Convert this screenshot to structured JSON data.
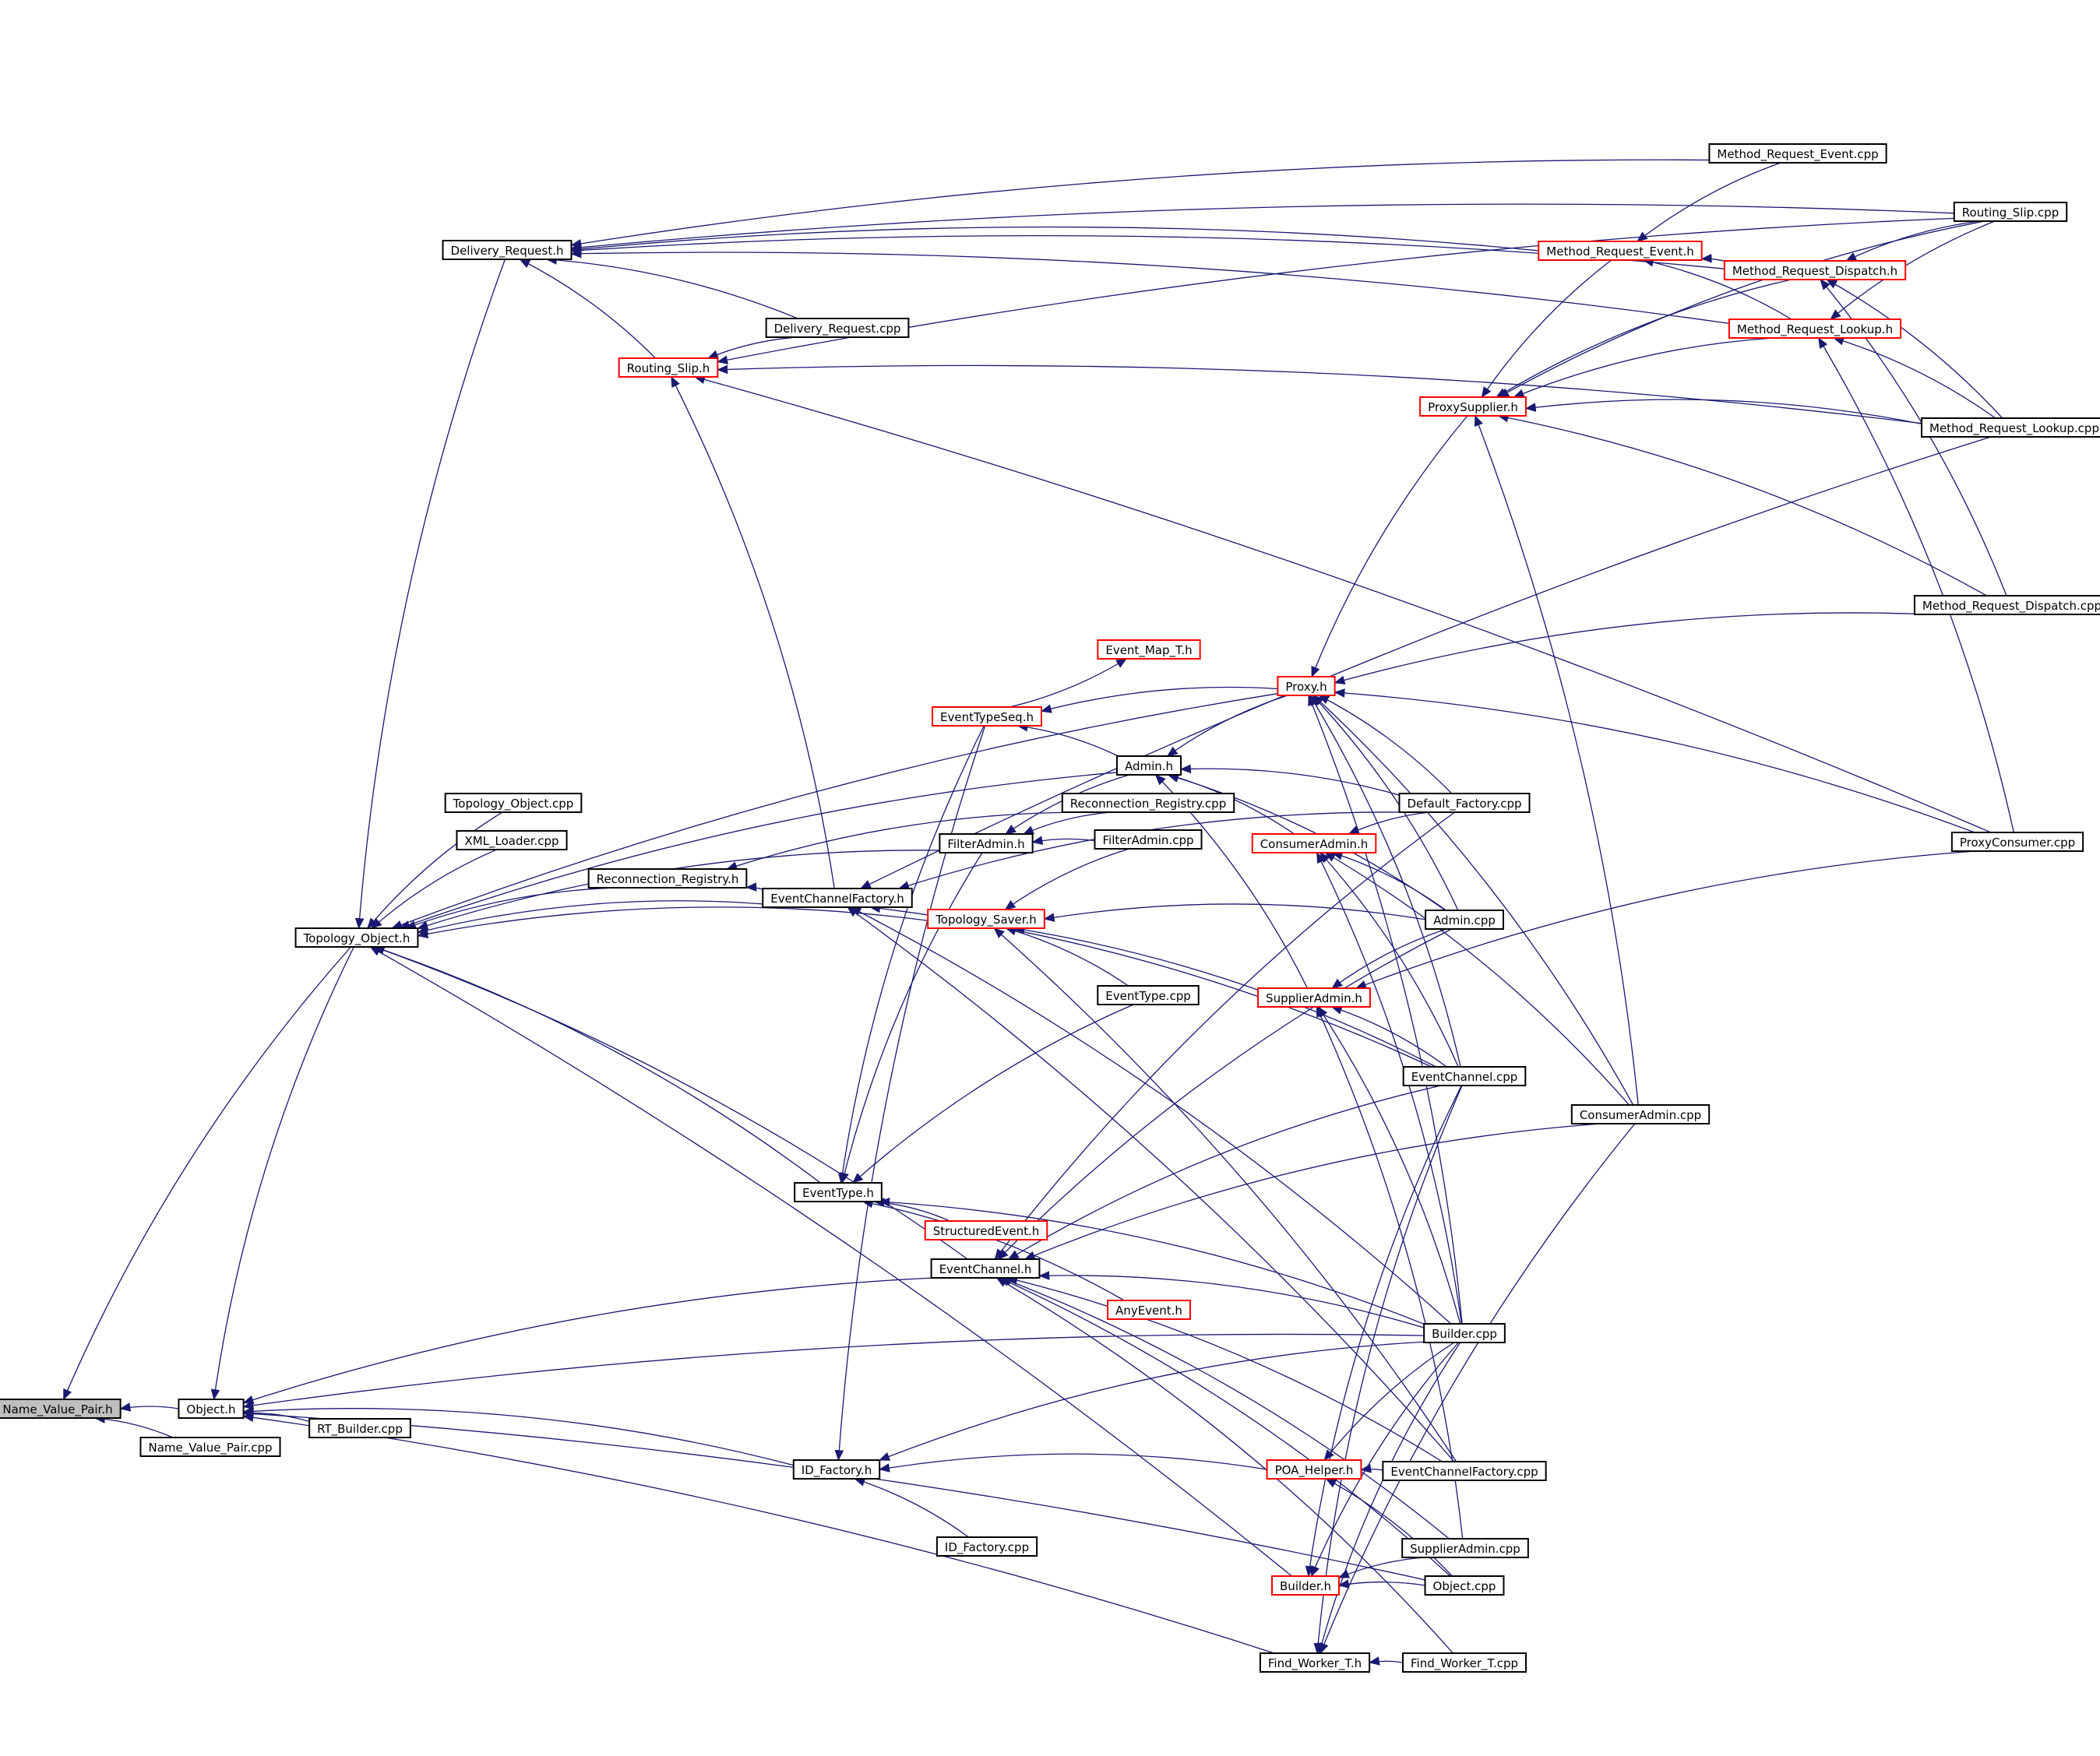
{
  "colors": {
    "edge": "#191970",
    "arrowhead": "#191970",
    "node_border_default": "#000000",
    "node_border_truncated": "#ff0000",
    "node_fill_root": "#bfbfbf",
    "node_fill": "#ffffff",
    "background": "#ffffff"
  },
  "nodes": [
    {
      "id": "name_value_pair_h",
      "label": "Name_Value_Pair.h",
      "style": "root"
    },
    {
      "id": "object_h",
      "label": "Object.h",
      "style": "normal"
    },
    {
      "id": "name_value_pair_cpp",
      "label": "Name_Value_Pair.cpp",
      "style": "normal"
    },
    {
      "id": "rt_builder_cpp",
      "label": "RT_Builder.cpp",
      "style": "normal"
    },
    {
      "id": "topology_object_h",
      "label": "Topology_Object.h",
      "style": "normal"
    },
    {
      "id": "delivery_request_h",
      "label": "Delivery_Request.h",
      "style": "normal"
    },
    {
      "id": "topology_object_cpp",
      "label": "Topology_Object.cpp",
      "style": "normal"
    },
    {
      "id": "xml_loader_cpp",
      "label": "XML_Loader.cpp",
      "style": "normal"
    },
    {
      "id": "reconnection_registry_h",
      "label": "Reconnection_Registry.h",
      "style": "normal"
    },
    {
      "id": "eventchannelfactory_h",
      "label": "EventChannelFactory.h",
      "style": "normal"
    },
    {
      "id": "delivery_request_cpp",
      "label": "Delivery_Request.cpp",
      "style": "normal"
    },
    {
      "id": "routing_slip_h",
      "label": "Routing_Slip.h",
      "style": "truncated"
    },
    {
      "id": "eventtype_h",
      "label": "EventType.h",
      "style": "normal"
    },
    {
      "id": "eventchannel_h",
      "label": "EventChannel.h",
      "style": "normal"
    },
    {
      "id": "id_factory_h",
      "label": "ID_Factory.h",
      "style": "normal"
    },
    {
      "id": "id_factory_cpp",
      "label": "ID_Factory.cpp",
      "style": "normal"
    },
    {
      "id": "structuredevent_h",
      "label": "StructuredEvent.h",
      "style": "truncated"
    },
    {
      "id": "anyevent_h",
      "label": "AnyEvent.h",
      "style": "truncated"
    },
    {
      "id": "event_map_t_h",
      "label": "Event_Map_T.h",
      "style": "truncated"
    },
    {
      "id": "eventtypeseq_h",
      "label": "EventTypeSeq.h",
      "style": "truncated"
    },
    {
      "id": "filteradmin_h",
      "label": "FilterAdmin.h",
      "style": "normal"
    },
    {
      "id": "topology_saver_h",
      "label": "Topology_Saver.h",
      "style": "truncated"
    },
    {
      "id": "admin_h",
      "label": "Admin.h",
      "style": "normal"
    },
    {
      "id": "reconnection_registry_cpp",
      "label": "Reconnection_Registry.cpp",
      "style": "normal"
    },
    {
      "id": "filteradmin_cpp",
      "label": "FilterAdmin.cpp",
      "style": "normal"
    },
    {
      "id": "eventtype_cpp",
      "label": "EventType.cpp",
      "style": "normal"
    },
    {
      "id": "proxy_h",
      "label": "Proxy.h",
      "style": "truncated"
    },
    {
      "id": "consumeradmin_h",
      "label": "ConsumerAdmin.h",
      "style": "truncated"
    },
    {
      "id": "supplieradmin_h",
      "label": "SupplierAdmin.h",
      "style": "truncated"
    },
    {
      "id": "poa_helper_h",
      "label": "POA_Helper.h",
      "style": "truncated"
    },
    {
      "id": "builder_h",
      "label": "Builder.h",
      "style": "truncated"
    },
    {
      "id": "find_worker_t_h",
      "label": "Find_Worker_T.h",
      "style": "normal"
    },
    {
      "id": "default_factory_cpp",
      "label": "Default_Factory.cpp",
      "style": "normal"
    },
    {
      "id": "admin_cpp",
      "label": "Admin.cpp",
      "style": "normal"
    },
    {
      "id": "eventchannel_cpp",
      "label": "EventChannel.cpp",
      "style": "normal"
    },
    {
      "id": "builder_cpp",
      "label": "Builder.cpp",
      "style": "normal"
    },
    {
      "id": "eventchannelfactory_cpp",
      "label": "EventChannelFactory.cpp",
      "style": "normal"
    },
    {
      "id": "supplieradmin_cpp",
      "label": "SupplierAdmin.cpp",
      "style": "normal"
    },
    {
      "id": "object_cpp",
      "label": "Object.cpp",
      "style": "normal"
    },
    {
      "id": "find_worker_t_cpp",
      "label": "Find_Worker_T.cpp",
      "style": "normal"
    },
    {
      "id": "proxysupplier_h",
      "label": "ProxySupplier.h",
      "style": "truncated"
    },
    {
      "id": "method_request_event_h",
      "label": "Method_Request_Event.h",
      "style": "truncated"
    },
    {
      "id": "method_request_event_cpp",
      "label": "Method_Request_Event.cpp",
      "style": "normal"
    },
    {
      "id": "method_request_dispatch_h",
      "label": "Method_Request_Dispatch.h",
      "style": "truncated"
    },
    {
      "id": "method_request_lookup_h",
      "label": "Method_Request_Lookup.h",
      "style": "truncated"
    },
    {
      "id": "consumeradmin_cpp",
      "label": "ConsumerAdmin.cpp",
      "style": "normal"
    },
    {
      "id": "routing_slip_cpp",
      "label": "Routing_Slip.cpp",
      "style": "normal"
    },
    {
      "id": "method_request_lookup_cpp",
      "label": "Method_Request_Lookup.cpp",
      "style": "normal"
    },
    {
      "id": "method_request_dispatch_cpp",
      "label": "Method_Request_Dispatch.cpp",
      "style": "normal"
    },
    {
      "id": "proxyconsumer_cpp",
      "label": "ProxyConsumer.cpp",
      "style": "normal"
    }
  ],
  "edges": [
    [
      "object_h",
      "name_value_pair_h"
    ],
    [
      "name_value_pair_cpp",
      "name_value_pair_h"
    ],
    [
      "topology_object_h",
      "name_value_pair_h"
    ],
    [
      "rt_builder_cpp",
      "object_h"
    ],
    [
      "topology_object_h",
      "object_h"
    ],
    [
      "eventchannel_h",
      "object_h"
    ],
    [
      "id_factory_h",
      "object_h"
    ],
    [
      "builder_cpp",
      "object_h"
    ],
    [
      "find_worker_t_h",
      "object_h"
    ],
    [
      "object_cpp",
      "object_h"
    ],
    [
      "delivery_request_h",
      "topology_object_h"
    ],
    [
      "topology_object_cpp",
      "topology_object_h"
    ],
    [
      "xml_loader_cpp",
      "topology_object_h"
    ],
    [
      "reconnection_registry_h",
      "topology_object_h"
    ],
    [
      "eventchannelfactory_h",
      "topology_object_h"
    ],
    [
      "eventtype_h",
      "topology_object_h"
    ],
    [
      "eventchannel_h",
      "topology_object_h"
    ],
    [
      "builder_h",
      "topology_object_h"
    ],
    [
      "admin_h",
      "topology_object_h"
    ],
    [
      "proxy_h",
      "topology_object_h"
    ],
    [
      "filteradmin_h",
      "topology_object_h"
    ],
    [
      "topology_saver_h",
      "topology_object_h"
    ],
    [
      "delivery_request_cpp",
      "delivery_request_h"
    ],
    [
      "routing_slip_h",
      "delivery_request_h"
    ],
    [
      "method_request_event_h",
      "delivery_request_h"
    ],
    [
      "method_request_event_cpp",
      "delivery_request_h"
    ],
    [
      "method_request_dispatch_h",
      "delivery_request_h"
    ],
    [
      "method_request_lookup_h",
      "delivery_request_h"
    ],
    [
      "routing_slip_cpp",
      "delivery_request_h"
    ],
    [
      "delivery_request_cpp",
      "routing_slip_h"
    ],
    [
      "eventchannelfactory_h",
      "routing_slip_h"
    ],
    [
      "routing_slip_cpp",
      "routing_slip_h"
    ],
    [
      "proxyconsumer_cpp",
      "routing_slip_h"
    ],
    [
      "method_request_lookup_cpp",
      "routing_slip_h"
    ],
    [
      "eventchannelfactory_h",
      "reconnection_registry_h"
    ],
    [
      "reconnection_registry_cpp",
      "reconnection_registry_h"
    ],
    [
      "eventchannel_cpp",
      "eventchannelfactory_h"
    ],
    [
      "builder_cpp",
      "eventchannelfactory_h"
    ],
    [
      "eventchannelfactory_cpp",
      "eventchannelfactory_h"
    ],
    [
      "default_factory_cpp",
      "eventchannelfactory_h"
    ],
    [
      "method_request_lookup_cpp",
      "eventchannelfactory_h"
    ],
    [
      "structuredevent_h",
      "eventtype_h"
    ],
    [
      "anyevent_h",
      "eventtype_h"
    ],
    [
      "eventtype_cpp",
      "eventtype_h"
    ],
    [
      "eventtypeseq_h",
      "eventtype_h"
    ],
    [
      "filteradmin_h",
      "eventtype_h"
    ],
    [
      "builder_cpp",
      "eventtype_h"
    ],
    [
      "builder_cpp",
      "eventchannel_h"
    ],
    [
      "eventchannel_cpp",
      "eventchannel_h"
    ],
    [
      "consumeradmin_cpp",
      "eventchannel_h"
    ],
    [
      "eventchannelfactory_cpp",
      "eventchannel_h"
    ],
    [
      "object_cpp",
      "eventchannel_h"
    ],
    [
      "supplieradmin_cpp",
      "eventchannel_h"
    ],
    [
      "find_worker_t_cpp",
      "eventchannel_h"
    ],
    [
      "admin_cpp",
      "eventchannel_h"
    ],
    [
      "default_factory_cpp",
      "eventchannel_h"
    ],
    [
      "id_factory_cpp",
      "id_factory_h"
    ],
    [
      "poa_helper_h",
      "id_factory_h"
    ],
    [
      "builder_cpp",
      "id_factory_h"
    ],
    [
      "eventtypeseq_h",
      "id_factory_h"
    ],
    [
      "eventtypeseq_h",
      "event_map_t_h"
    ],
    [
      "proxy_h",
      "eventtypeseq_h"
    ],
    [
      "admin_h",
      "eventtypeseq_h"
    ],
    [
      "reconnection_registry_cpp",
      "filteradmin_h"
    ],
    [
      "filteradmin_cpp",
      "filteradmin_h"
    ],
    [
      "admin_h",
      "filteradmin_h"
    ],
    [
      "eventtype_cpp",
      "topology_saver_h"
    ],
    [
      "filteradmin_cpp",
      "topology_saver_h"
    ],
    [
      "admin_cpp",
      "topology_saver_h"
    ],
    [
      "eventchannel_cpp",
      "topology_saver_h"
    ],
    [
      "eventchannelfactory_cpp",
      "topology_saver_h"
    ],
    [
      "proxy_h",
      "admin_h"
    ],
    [
      "consumeradmin_h",
      "admin_h"
    ],
    [
      "supplieradmin_h",
      "admin_h"
    ],
    [
      "default_factory_cpp",
      "admin_h"
    ],
    [
      "admin_cpp",
      "admin_h"
    ],
    [
      "method_request_dispatch_cpp",
      "proxy_h"
    ],
    [
      "proxyconsumer_cpp",
      "proxy_h"
    ],
    [
      "proxysupplier_h",
      "proxy_h"
    ],
    [
      "default_factory_cpp",
      "proxy_h"
    ],
    [
      "admin_cpp",
      "proxy_h"
    ],
    [
      "builder_cpp",
      "proxy_h"
    ],
    [
      "eventchannel_cpp",
      "proxy_h"
    ],
    [
      "consumeradmin_cpp",
      "proxy_h"
    ],
    [
      "admin_cpp",
      "consumeradmin_h"
    ],
    [
      "eventchannel_cpp",
      "consumeradmin_h"
    ],
    [
      "consumeradmin_cpp",
      "consumeradmin_h"
    ],
    [
      "builder_cpp",
      "consumeradmin_h"
    ],
    [
      "default_factory_cpp",
      "consumeradmin_h"
    ],
    [
      "admin_cpp",
      "supplieradmin_h"
    ],
    [
      "eventchannel_cpp",
      "supplieradmin_h"
    ],
    [
      "builder_cpp",
      "supplieradmin_h"
    ],
    [
      "supplieradmin_cpp",
      "supplieradmin_h"
    ],
    [
      "proxyconsumer_cpp",
      "supplieradmin_h"
    ],
    [
      "eventchannelfactory_cpp",
      "poa_helper_h"
    ],
    [
      "object_cpp",
      "poa_helper_h"
    ],
    [
      "builder_cpp",
      "poa_helper_h"
    ],
    [
      "supplieradmin_cpp",
      "builder_h"
    ],
    [
      "object_cpp",
      "builder_h"
    ],
    [
      "eventchannel_cpp",
      "builder_h"
    ],
    [
      "builder_cpp",
      "builder_h"
    ],
    [
      "find_worker_t_cpp",
      "find_worker_t_h"
    ],
    [
      "consumeradmin_cpp",
      "find_worker_t_h"
    ],
    [
      "eventchannel_cpp",
      "find_worker_t_h"
    ],
    [
      "builder_cpp",
      "find_worker_t_h"
    ],
    [
      "consumeradmin_cpp",
      "proxysupplier_h"
    ],
    [
      "method_request_lookup_cpp",
      "proxysupplier_h"
    ],
    [
      "method_request_dispatch_cpp",
      "proxysupplier_h"
    ],
    [
      "method_request_event_h",
      "proxysupplier_h"
    ],
    [
      "method_request_dispatch_h",
      "proxysupplier_h"
    ],
    [
      "method_request_lookup_h",
      "proxysupplier_h"
    ],
    [
      "routing_slip_cpp",
      "proxysupplier_h"
    ],
    [
      "method_request_event_cpp",
      "method_request_event_h"
    ],
    [
      "method_request_dispatch_h",
      "method_request_event_h"
    ],
    [
      "method_request_lookup_h",
      "method_request_event_h"
    ],
    [
      "routing_slip_cpp",
      "method_request_dispatch_h"
    ],
    [
      "method_request_lookup_cpp",
      "method_request_dispatch_h"
    ],
    [
      "method_request_dispatch_cpp",
      "method_request_dispatch_h"
    ],
    [
      "routing_slip_cpp",
      "method_request_lookup_h"
    ],
    [
      "method_request_lookup_cpp",
      "method_request_lookup_h"
    ],
    [
      "proxyconsumer_cpp",
      "method_request_lookup_h"
    ]
  ]
}
